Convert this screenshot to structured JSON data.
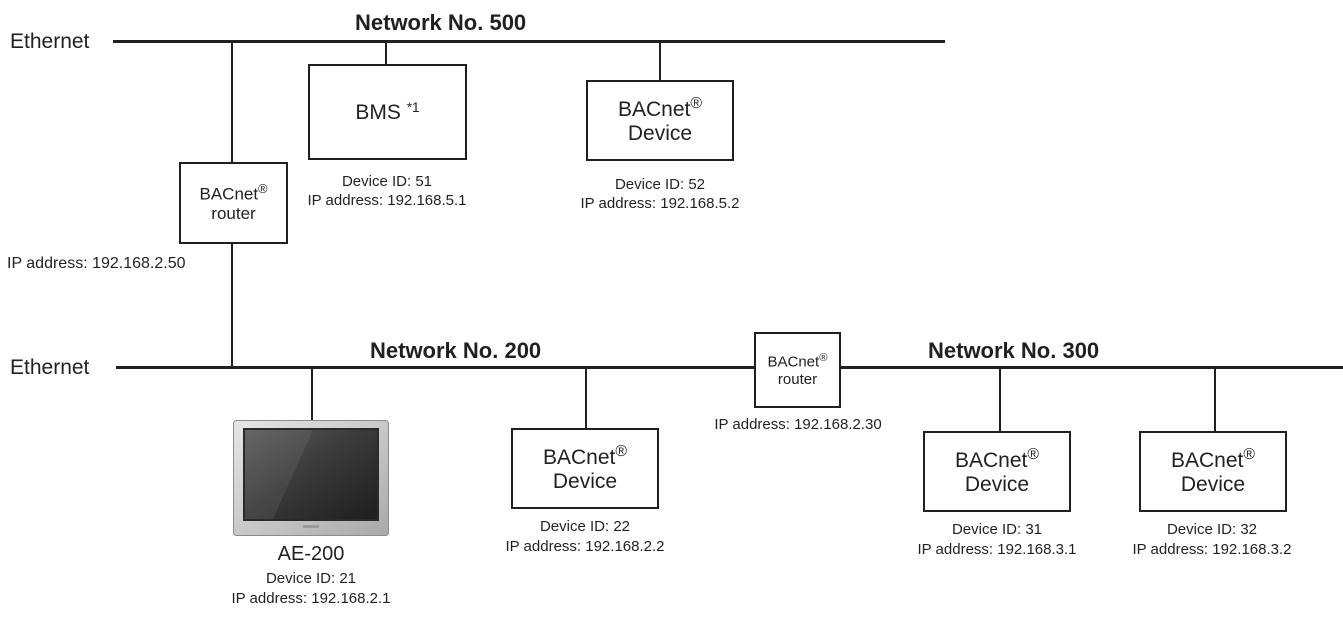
{
  "ethernet_top": "Ethernet",
  "ethernet_bottom": "Ethernet",
  "networks": {
    "n500": "Network No. 500",
    "n200": "Network No. 200",
    "n300": "Network No. 300"
  },
  "registered_mark": "®",
  "router_top": {
    "line1": "BACnet",
    "line2": "router",
    "ip": "IP address: 192.168.2.50"
  },
  "router_mid": {
    "line1": "BACnet",
    "line2": "router",
    "ip": "IP address: 192.168.2.30"
  },
  "bms": {
    "label": "BMS",
    "note": "*1",
    "device_id": "Device ID: 51",
    "ip": "IP address: 192.168.5.1"
  },
  "dev52": {
    "line1": "BACnet",
    "line2": "Device",
    "device_id": "Device ID: 52",
    "ip": "IP address: 192.168.5.2"
  },
  "dev22": {
    "line1": "BACnet",
    "line2": "Device",
    "device_id": "Device ID: 22",
    "ip": "IP address: 192.168.2.2"
  },
  "dev31": {
    "line1": "BACnet",
    "line2": "Device",
    "device_id": "Device ID: 31",
    "ip": "IP address: 192.168.3.1"
  },
  "dev32": {
    "line1": "BACnet",
    "line2": "Device",
    "device_id": "Device ID: 32",
    "ip": "IP address: 192.168.3.2"
  },
  "ae200": {
    "name": "AE-200",
    "device_id": "Device ID: 21",
    "ip": "IP address: 192.168.2.1"
  }
}
